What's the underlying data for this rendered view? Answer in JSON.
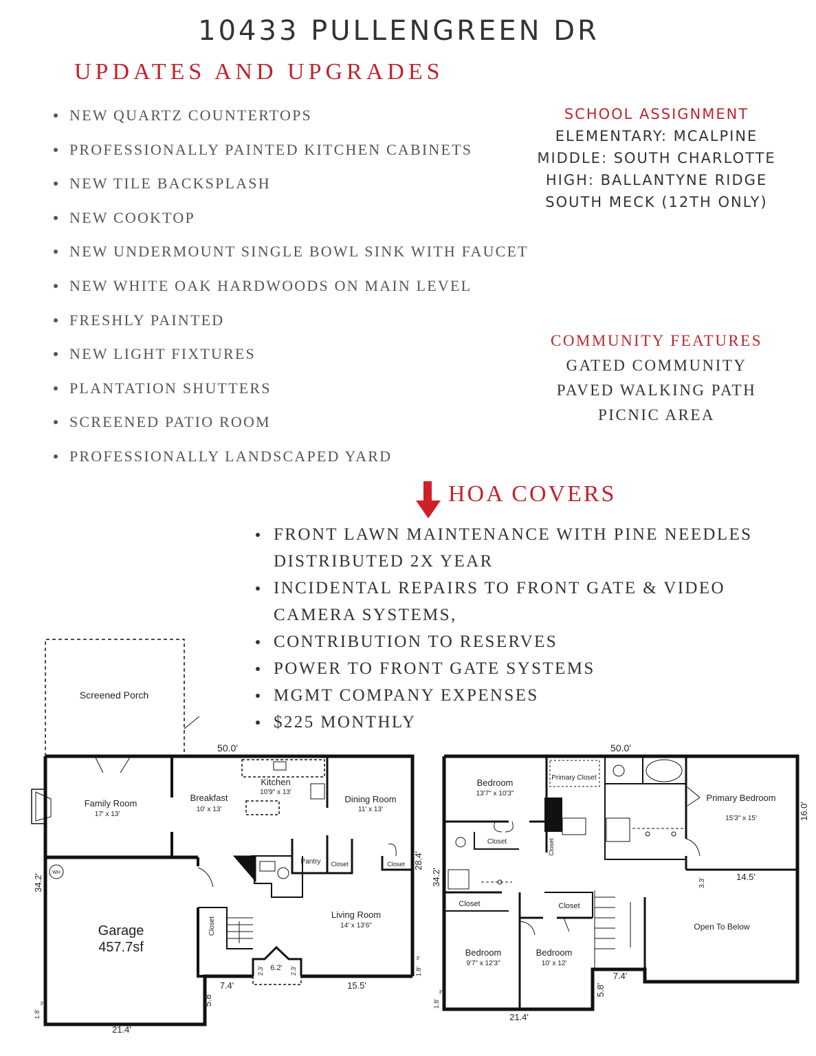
{
  "header": {
    "address": "10433 PULLENGREEN DR",
    "subtitle": "UPDATES AND UPGRADES"
  },
  "updates": [
    "NEW QUARTZ COUNTERTOPS",
    "PROFESSIONALLY PAINTED KITCHEN CABINETS",
    "NEW TILE BACKSPLASH",
    "NEW COOKTOP",
    "NEW UNDERMOUNT SINGLE BOWL SINK WITH FAUCET",
    "NEW WHITE OAK HARDWOODS ON MAIN LEVEL",
    "FRESHLY PAINTED",
    "NEW LIGHT FIXTURES",
    "PLANTATION SHUTTERS",
    "SCREENED PATIO ROOM",
    "PROFESSIONALLY LANDSCAPED YARD"
  ],
  "school": {
    "heading": "SCHOOL ASSIGNMENT",
    "lines": [
      "ELEMENTARY: MCALPINE",
      "MIDDLE: SOUTH CHARLOTTE",
      "HIGH: BALLANTYNE RIDGE",
      "SOUTH MECK (12TH ONLY)"
    ]
  },
  "community": {
    "heading": "COMMUNITY FEATURES",
    "lines": [
      "GATED COMMUNITY",
      "PAVED WALKING PATH",
      "PICNIC AREA"
    ]
  },
  "hoa": {
    "heading": "HOA COVERS",
    "items": [
      "FRONT LAWN MAINTENANCE WITH PINE NEEDLES DISTRIBUTED 2X YEAR",
      "INCIDENTAL REPAIRS TO FRONT GATE & VIDEO CAMERA SYSTEMS,",
      "CONTRIBUTION TO RESERVES",
      "POWER TO FRONT GATE SYSTEMS",
      "MGMT COMPANY EXPENSES",
      "$225 MONTHLY"
    ]
  },
  "main_floor": {
    "screened_porch": "Screened Porch",
    "width_dim": "50.0'",
    "family_room": {
      "name": "Family Room",
      "dims": "17' x 13'"
    },
    "breakfast": {
      "name": "Breakfast",
      "dims": "10' x 13'"
    },
    "kitchen": {
      "name": "Kitchen",
      "dims": "10'9\" x 13'"
    },
    "dining_room": {
      "name": "Dining Room",
      "dims": "11' x 13'"
    },
    "pantry": "Pantry",
    "closet": "Closet",
    "wh": "WH",
    "garage": {
      "name": "Garage",
      "area": "457.7sf"
    },
    "living_room": {
      "name": "Living Room",
      "dims": "14' x 13'6\""
    },
    "dim_34_2": "34.2'",
    "dim_28_4": "28.4'",
    "dim_7_4": "7.4'",
    "dim_6_2": "6.2'",
    "dim_2_3": "2.3'",
    "dim_15_5": "15.5'",
    "dim_5_8": "5.8'",
    "dim_21_4": "21.4'",
    "dim_1_8": "1.8'",
    "dim_3": "3'"
  },
  "upper_floor": {
    "width_dim": "50.0'",
    "bedroom1": {
      "name": "Bedroom",
      "dims": "13'7\" x 10'3\""
    },
    "primary_closet": "Primary Closet",
    "primary_bedroom": {
      "name": "Primary Bedroom",
      "dims": "15'3\" x 15'"
    },
    "dim_16": "16.0'",
    "closet": "Closet",
    "dim_34_2": "34.2'",
    "dim_3_3": "3.3'",
    "dim_14_5": "14.5'",
    "open_to_below": "Open To Below",
    "bedroom2": {
      "name": "Bedroom",
      "dims": "9'7\" x 12'3\""
    },
    "bedroom3": {
      "name": "Bedroom",
      "dims": "10' x 12'"
    },
    "dim_7_4": "7.4'",
    "dim_5_8": "5.8'",
    "dim_21_4": "21.4'",
    "dim_1_8": "1.8'",
    "dim_3": "3'"
  }
}
